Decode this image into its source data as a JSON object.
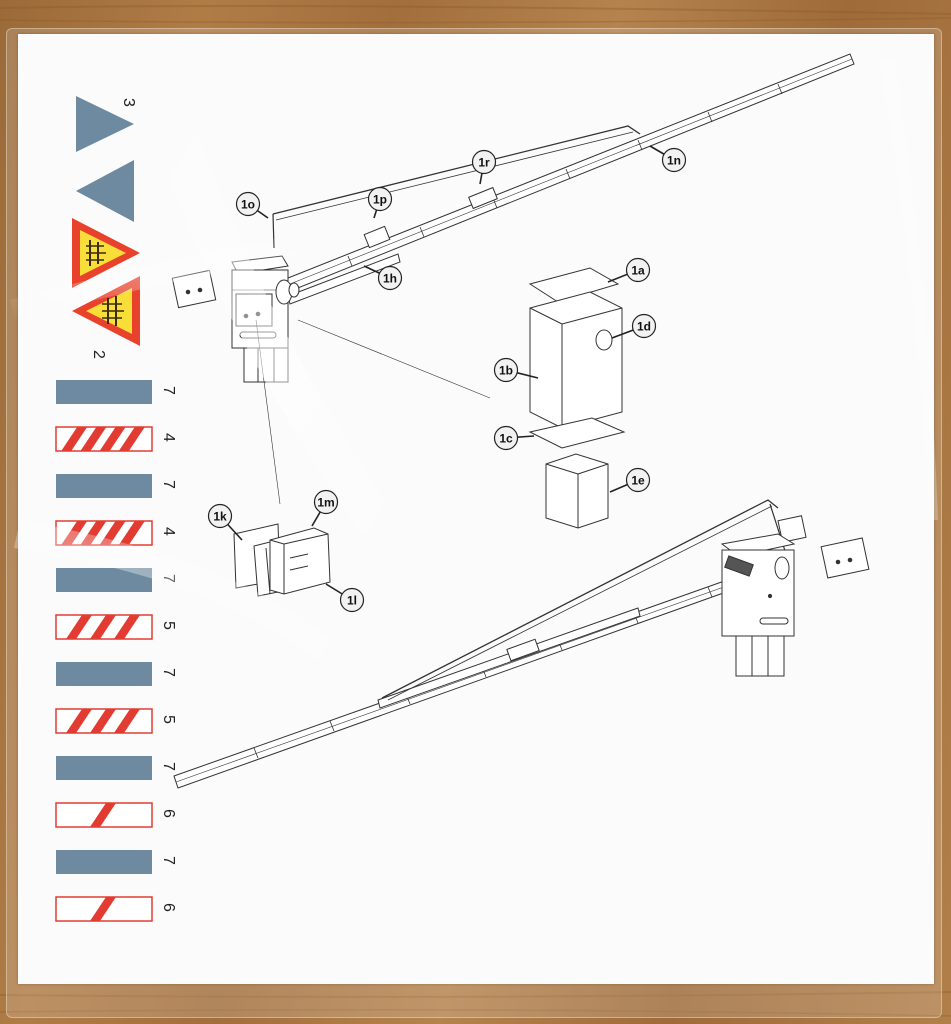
{
  "colors": {
    "wood": "#a87540",
    "paper": "#fbfbfb",
    "sign_blue": "#6d8aa0",
    "stripe_red": "#e23c32",
    "warning_yellow": "#f7de38",
    "warning_red": "#e8412c",
    "line": "#333333"
  },
  "decal_strip": {
    "sign_numbers": [
      "3",
      "2"
    ],
    "bar_numbers": [
      "7",
      "4",
      "7",
      "4",
      "7",
      "5",
      "7",
      "5",
      "7",
      "6",
      "7",
      "6"
    ]
  },
  "part_labels": {
    "a": "1a",
    "b": "1b",
    "c": "1c",
    "d": "1d",
    "e": "1e",
    "h": "1h",
    "k": "1k",
    "l": "1l",
    "m": "1m",
    "n": "1n",
    "o": "1o",
    "p": "1p",
    "r": "1r"
  },
  "icons": {
    "crossing_sign": "railway-crossing-warning-icon",
    "triangle": "blue-triangle-icon"
  }
}
